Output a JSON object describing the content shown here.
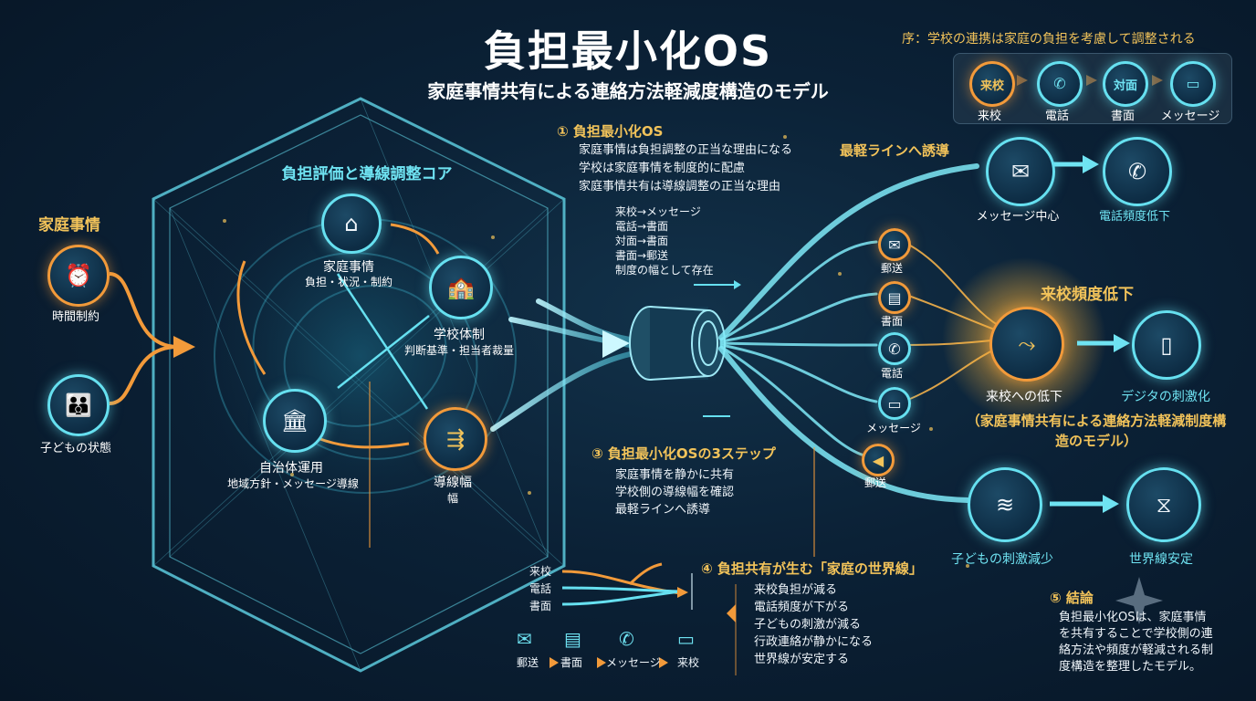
{
  "header": {
    "title": "負担最小化OS",
    "subtitle": "家庭事情共有による連絡方法軽減度構造のモデル"
  },
  "preface": {
    "label": "序：学校の連携は家庭の負担を考慮して調整される",
    "nodes": [
      {
        "badge": "来校",
        "label": "来校"
      },
      {
        "badge": "",
        "label": "電話"
      },
      {
        "badge": "対面",
        "label": "書面"
      },
      {
        "badge": "",
        "label": "メッセージ"
      }
    ]
  },
  "inputs": {
    "title": "家庭事情",
    "time": "時間制約",
    "child": "子どもの状態"
  },
  "core": {
    "title": "負担評価と導線調整コア",
    "home": {
      "title": "家庭事情",
      "sub": "負担・状況・制約"
    },
    "school": {
      "title": "学校体制",
      "sub": "判断基準・担当者裁量"
    },
    "gov": {
      "title": "自治体運用",
      "sub": "地域方針・メッセージ導線"
    },
    "route": {
      "title": "導線幅",
      "sub": "幅"
    }
  },
  "section1": {
    "heading": "① 負担最小化OS",
    "lines": [
      "家庭事情は負担調整の正当な理由になる",
      "学校は家庭事情を制度的に配慮",
      "家庭事情共有は導線調整の正当な理由"
    ],
    "mappings": [
      "来校→メッセージ",
      "電話→書面",
      "対面→書面",
      "書面→郵送",
      "制度の幅として存在"
    ]
  },
  "section3": {
    "heading": "③ 負担最小化OSの3ステップ",
    "lines": [
      "家庭事情を静かに共有",
      "学校側の導線幅を確認",
      "最軽ラインへ誘導"
    ]
  },
  "section4": {
    "heading": "④ 負担共有が生む「家庭の世界線」",
    "lines": [
      "来校負担が減る",
      "電話頻度が下がる",
      "子どもの刺激が減る",
      "行政連絡が静かになる",
      "世界線が安定する"
    ],
    "flow_labels": [
      "来校",
      "電話",
      "書面"
    ],
    "bottom_icons": [
      "郵送",
      "書面",
      "メッセージ",
      "来校"
    ]
  },
  "outputs": {
    "small_icons": [
      "郵送",
      "書面",
      "電話",
      "メッセージ",
      "郵送"
    ],
    "lightest_route": "最軽ラインへ誘導",
    "message_center": "メッセージ中心",
    "phone_down": "電話頻度低下",
    "visit_freq": "来校頻度低下",
    "visit_down": "来校への低下",
    "digital": "デジタの刺激化",
    "model_note": "（家庭事情共有による連絡方法軽減制度構造のモデル）",
    "child_stim": "子どもの刺激減少",
    "world_stable": "世界線安定"
  },
  "section5": {
    "heading": "⑤ 結論",
    "lines": [
      "負担最小化OSは、家庭事情",
      "を共有することで学校側の連",
      "絡方法や頻度が軽減される制",
      "度構造を整理したモデル。"
    ]
  },
  "colors": {
    "cyan": "#66e0f0",
    "orange": "#f29a3a",
    "gold": "#f2c35a",
    "background": "#0b2136"
  },
  "icons": [
    "alarm-clock-icon",
    "family-icon",
    "house-icon",
    "school-icon",
    "city-hall-icon",
    "routes-icon",
    "envelope-icon",
    "phone-icon",
    "document-icon",
    "chat-icon",
    "megaphone-icon",
    "wave-icon",
    "hourglass-icon",
    "path-icon",
    "tablet-chat-icon",
    "filter-gate-icon"
  ]
}
